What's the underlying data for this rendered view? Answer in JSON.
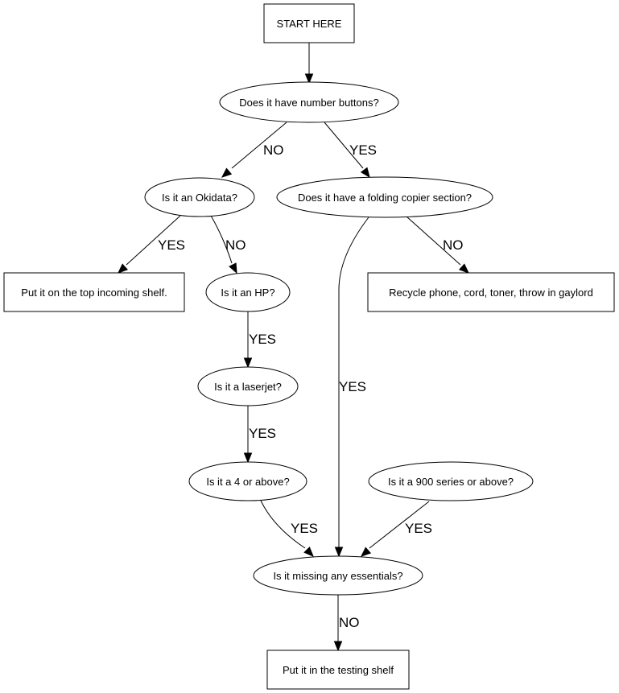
{
  "diagram": {
    "type": "flowchart",
    "colors": {
      "stroke": "#000000",
      "background": "#ffffff",
      "text": "#000000"
    },
    "nodes": [
      {
        "id": "start",
        "shape": "box",
        "label": "START HERE"
      },
      {
        "id": "number_buttons",
        "shape": "ellipse",
        "label": "Does it have number buttons?"
      },
      {
        "id": "okidata",
        "shape": "ellipse",
        "label": "Is it an Okidata?"
      },
      {
        "id": "folding_copier",
        "shape": "ellipse",
        "label": "Does it have a folding copier section?"
      },
      {
        "id": "top_shelf",
        "shape": "box",
        "label": "Put it on the top incoming shelf."
      },
      {
        "id": "hp",
        "shape": "ellipse",
        "label": "Is it an HP?"
      },
      {
        "id": "recycle",
        "shape": "box",
        "label": "Recycle phone, cord, toner, throw in gaylord"
      },
      {
        "id": "laserjet",
        "shape": "ellipse",
        "label": "Is it a laserjet?"
      },
      {
        "id": "four_or_above",
        "shape": "ellipse",
        "label": "Is it a 4 or above?"
      },
      {
        "id": "nine_hundred",
        "shape": "ellipse",
        "label": "Is it a 900 series or above?"
      },
      {
        "id": "missing_essentials",
        "shape": "ellipse",
        "label": "Is it missing any essentials?"
      },
      {
        "id": "testing_shelf",
        "shape": "box",
        "label": "Put it in the testing shelf"
      }
    ],
    "edges": [
      {
        "from": "start",
        "to": "number_buttons",
        "label": ""
      },
      {
        "from": "number_buttons",
        "to": "okidata",
        "label": "NO"
      },
      {
        "from": "number_buttons",
        "to": "folding_copier",
        "label": "YES"
      },
      {
        "from": "okidata",
        "to": "top_shelf",
        "label": "YES"
      },
      {
        "from": "okidata",
        "to": "hp",
        "label": "NO"
      },
      {
        "from": "folding_copier",
        "to": "recycle",
        "label": "NO"
      },
      {
        "from": "folding_copier",
        "to": "missing_essentials",
        "label": "YES"
      },
      {
        "from": "hp",
        "to": "laserjet",
        "label": "YES"
      },
      {
        "from": "laserjet",
        "to": "four_or_above",
        "label": "YES"
      },
      {
        "from": "four_or_above",
        "to": "missing_essentials",
        "label": "YES"
      },
      {
        "from": "nine_hundred",
        "to": "missing_essentials",
        "label": "YES"
      },
      {
        "from": "missing_essentials",
        "to": "testing_shelf",
        "label": "NO"
      }
    ]
  }
}
